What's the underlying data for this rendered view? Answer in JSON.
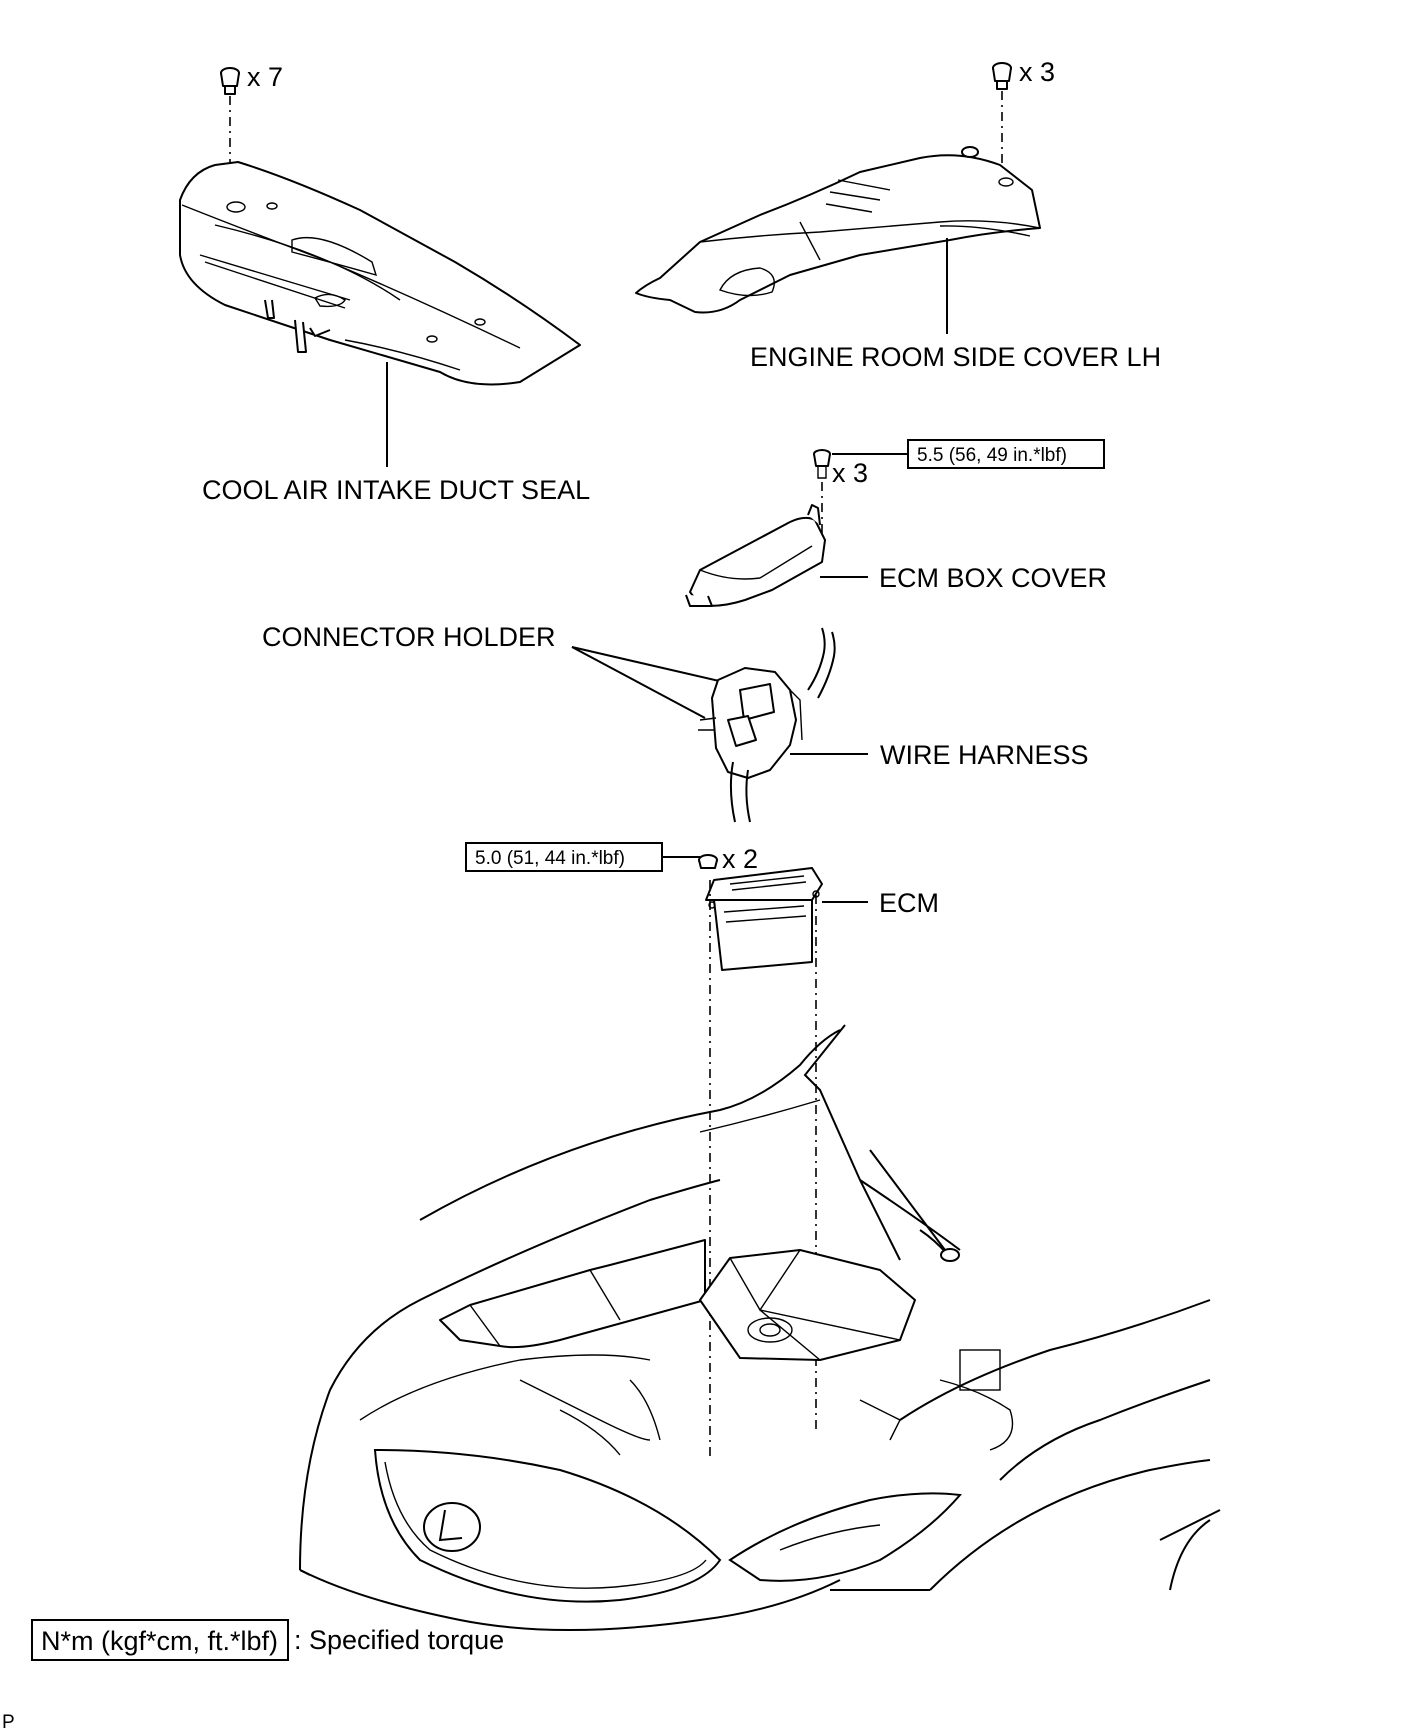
{
  "parts": {
    "cool_air_intake_duct_seal": "COOL AIR INTAKE DUCT SEAL",
    "engine_room_side_cover_lh": "ENGINE ROOM SIDE COVER LH",
    "ecm_box_cover": "ECM BOX COVER",
    "connector_holder": "CONNECTOR HOLDER",
    "wire_harness": "WIRE HARNESS",
    "ecm": "ECM"
  },
  "fasteners": {
    "clips_duct_seal_qty": "x 7",
    "clips_side_cover_qty": "x 3",
    "bolts_ecm_box_cover_qty": "x 3",
    "nuts_ecm_qty": "x 2"
  },
  "torques": {
    "ecm_box_cover": "5.5 (56, 49 in.*lbf)",
    "ecm": "5.0 (51, 44 in.*lbf)"
  },
  "legend": {
    "unit_box": "N*m (kgf*cm, ft.*lbf)",
    "description": ": Specified torque"
  },
  "footer": {
    "corner_mark": "P"
  }
}
